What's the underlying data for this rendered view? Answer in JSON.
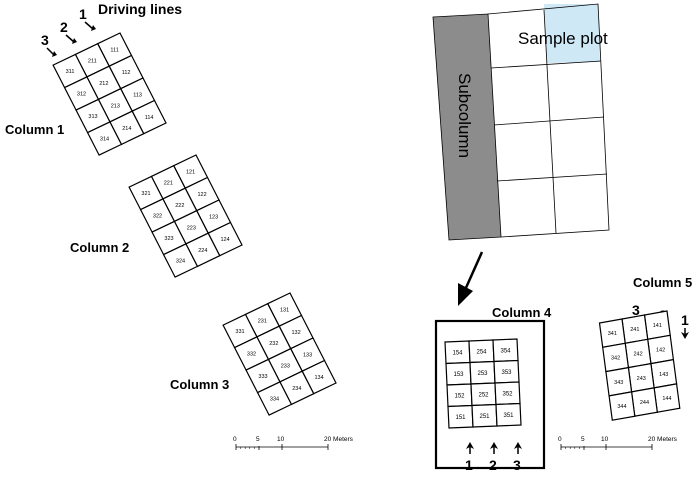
{
  "labels": {
    "driving_lines": "Driving lines",
    "column1": "Column 1",
    "column2": "Column 2",
    "column3": "Column 3",
    "column4": "Column 4",
    "column5": "Column 5",
    "subcolumn": "Subcolumn",
    "sample_plot": "Sample plot"
  },
  "driving_line_numbers": [
    "1",
    "2",
    "3"
  ],
  "columns": [
    {
      "id": "c1",
      "cells": [
        [
          "111",
          "112",
          "113",
          "114"
        ],
        [
          "211",
          "212",
          "213",
          "214"
        ],
        [
          "311",
          "312",
          "313",
          "314"
        ]
      ]
    },
    {
      "id": "c2",
      "cells": [
        [
          "121",
          "122",
          "123",
          "124"
        ],
        [
          "221",
          "222",
          "223",
          "224"
        ],
        [
          "321",
          "322",
          "323",
          "324"
        ]
      ]
    },
    {
      "id": "c3",
      "cells": [
        [
          "131",
          "132",
          "133",
          "134"
        ],
        [
          "231",
          "232",
          "233",
          "234"
        ],
        [
          "331",
          "332",
          "333",
          "334"
        ]
      ]
    },
    {
      "id": "c4",
      "cells": [
        [
          "154",
          "153",
          "152",
          "151"
        ],
        [
          "254",
          "253",
          "252",
          "251"
        ],
        [
          "354",
          "353",
          "352",
          "351"
        ]
      ]
    },
    {
      "id": "c5",
      "cells": [
        [
          "141",
          "142",
          "143",
          "144"
        ],
        [
          "241",
          "242",
          "243",
          "244"
        ],
        [
          "341",
          "342",
          "343",
          "344"
        ]
      ]
    }
  ],
  "scale_bars": [
    {
      "ticks": [
        "0",
        "5",
        "10",
        "20 Meters"
      ]
    },
    {
      "ticks": [
        "0",
        "5",
        "10",
        "20 Meters"
      ]
    }
  ],
  "colors": {
    "subcolumn_fill": "#8c8c8c",
    "sample_plot_fill": "#cfe8f6",
    "line": "#000000"
  }
}
